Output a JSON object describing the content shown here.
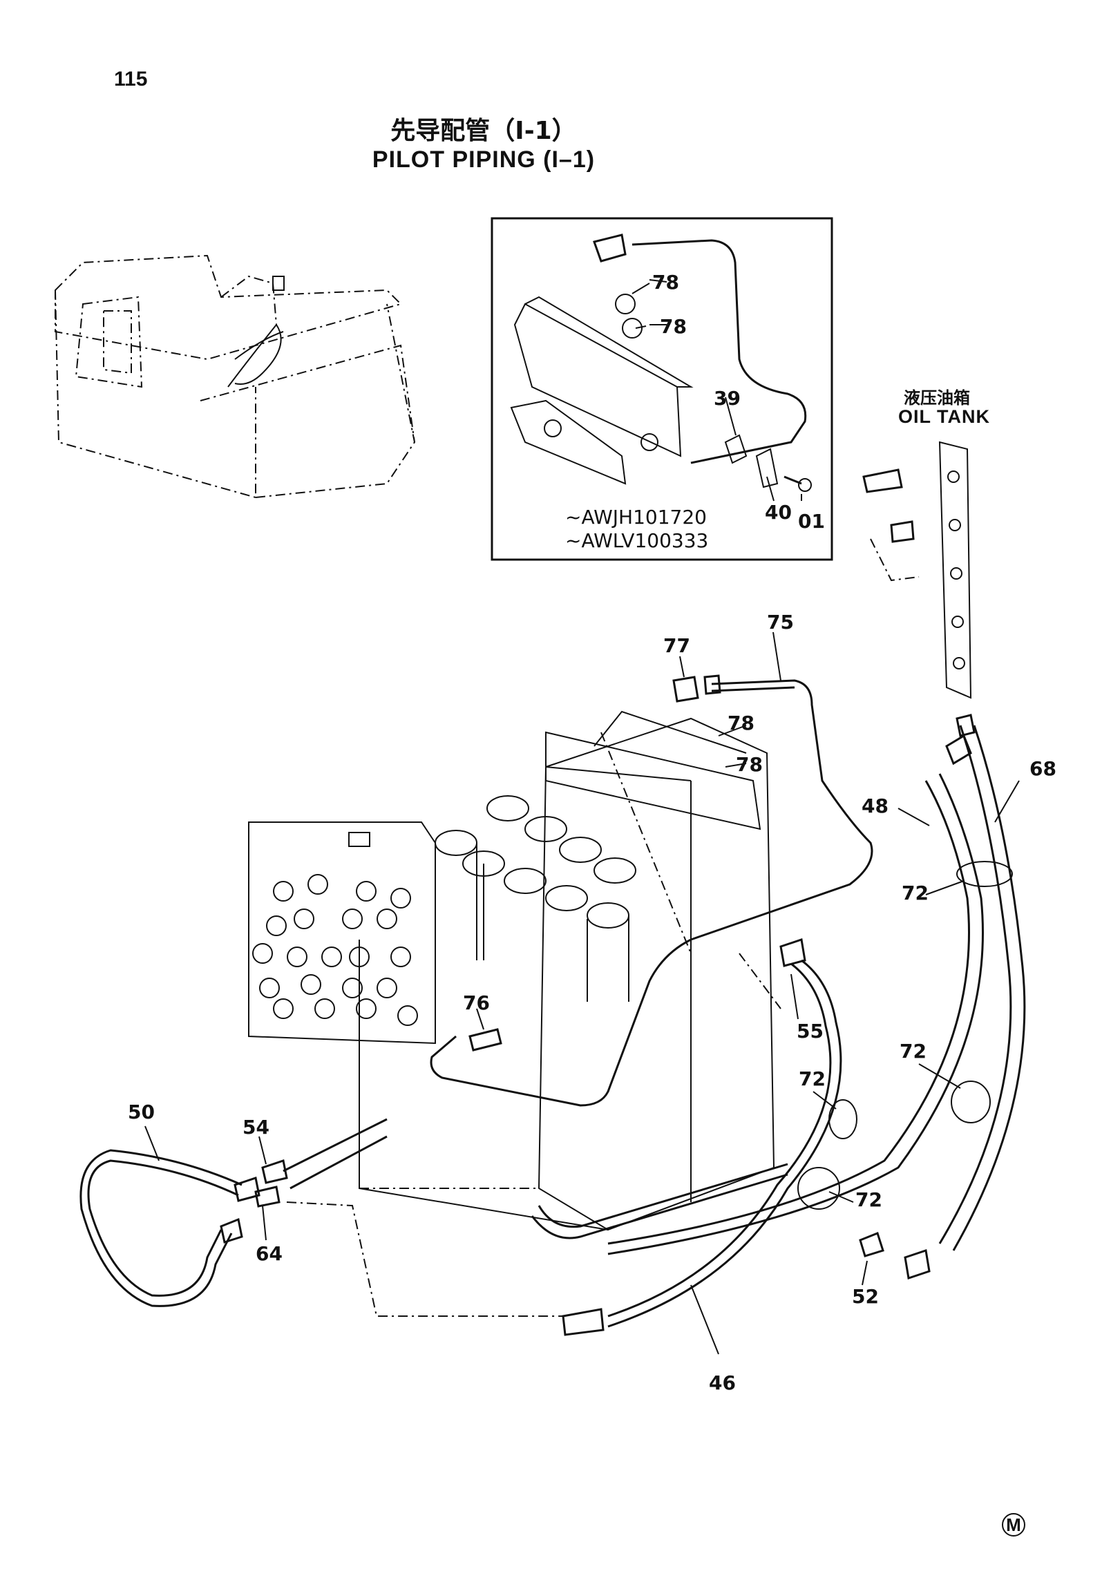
{
  "page": {
    "number": "115",
    "title_cn": "先导配管（I-1）",
    "title_en": "PILOT PIPING (I–1)",
    "corner_mark": "M"
  },
  "inset": {
    "serial_1": "~AWJH101720",
    "serial_2": "~AWLV100333",
    "labels": {
      "p78a": "78",
      "p78b": "78",
      "p39": "39",
      "p40": "40",
      "p01": "01"
    }
  },
  "oil_tank": {
    "label_cn": "液压油箱",
    "label_en": "OIL TANK"
  },
  "parts": {
    "p75": "75",
    "p77": "77",
    "p78a": "78",
    "p78b": "78",
    "p48": "48",
    "p68": "68",
    "p72a": "72",
    "p72b": "72",
    "p72c": "72",
    "p72d": "72",
    "p76": "76",
    "p55": "55",
    "p50": "50",
    "p54": "54",
    "p64": "64",
    "p52": "52",
    "p46": "46"
  }
}
